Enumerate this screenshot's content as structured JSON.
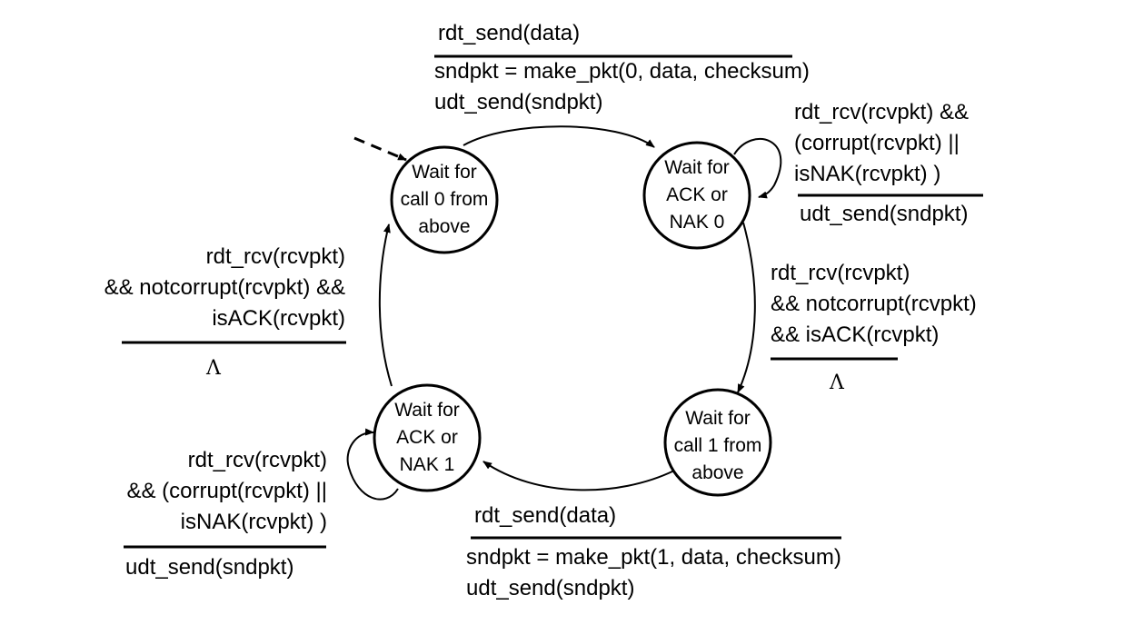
{
  "colors": {
    "stroke": "#000000",
    "background": "#ffffff"
  },
  "states": {
    "wait_call0": {
      "lines": [
        "Wait for",
        "call 0 from",
        "above"
      ]
    },
    "wait_ack0": {
      "lines": [
        "Wait for",
        "ACK or",
        "NAK 0"
      ]
    },
    "wait_call1": {
      "lines": [
        "Wait for",
        "call 1 from",
        "above"
      ]
    },
    "wait_ack1": {
      "lines": [
        "Wait for",
        "ACK or",
        "NAK 1"
      ]
    }
  },
  "transitions": {
    "send0": {
      "event": [
        "rdt_send(data)"
      ],
      "actions": [
        "sndpkt = make_pkt(0, data, checksum)",
        "udt_send(sndpkt)"
      ]
    },
    "resend0": {
      "event": [
        "rdt_rcv(rcvpkt) &&",
        "(corrupt(rcvpkt) ||",
        "isNAK(rcvpkt) )"
      ],
      "actions": [
        "udt_send(sndpkt)"
      ]
    },
    "ack0": {
      "event": [
        "rdt_rcv(rcvpkt)",
        "&& notcorrupt(rcvpkt)",
        "&& isACK(rcvpkt)"
      ],
      "actions": [
        "Λ"
      ]
    },
    "send1": {
      "event": [
        "rdt_send(data)"
      ],
      "actions": [
        "sndpkt = make_pkt(1, data, checksum)",
        "udt_send(sndpkt)"
      ]
    },
    "resend1": {
      "event": [
        "rdt_rcv(rcvpkt)",
        "&& (corrupt(rcvpkt) ||",
        "isNAK(rcvpkt) )"
      ],
      "actions": [
        "udt_send(sndpkt)"
      ]
    },
    "ack1": {
      "event": [
        "rdt_rcv(rcvpkt)",
        "&& notcorrupt(rcvpkt) &&",
        "isACK(rcvpkt)"
      ],
      "actions": [
        "Λ"
      ]
    }
  }
}
